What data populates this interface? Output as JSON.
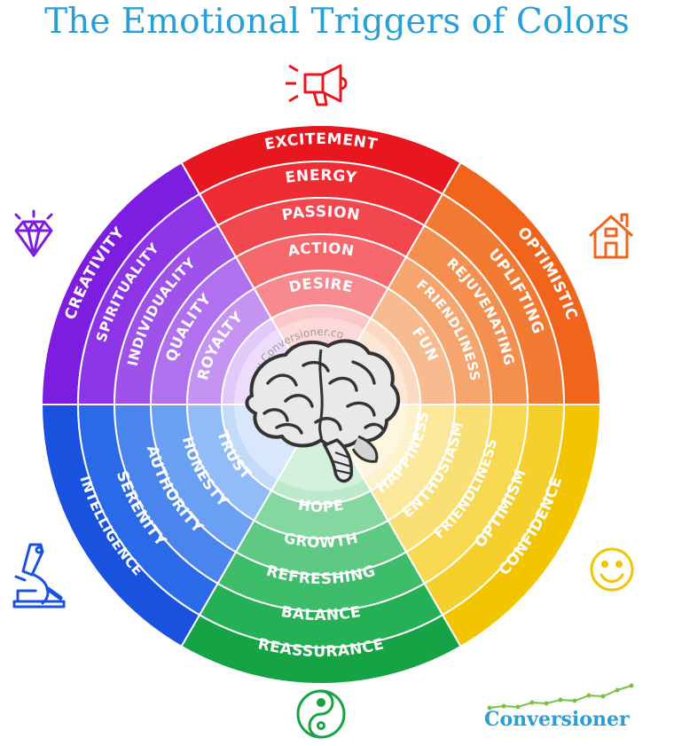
{
  "title": "The Emotional Triggers of Colors",
  "watermark": "by Conversioner.com",
  "brand": "Conversioner",
  "colors": {
    "title": "#2a9fd6",
    "brand_line": "#7ac143"
  },
  "sectors": [
    {
      "name": "red",
      "icon": "megaphone-icon",
      "shades": [
        "#e8161e",
        "#ef2b33",
        "#f2474e",
        "#f5686c",
        "#f78a8e",
        "#fbc7c9"
      ],
      "words": [
        "EXCITEMENT",
        "ENERGY",
        "PASSION",
        "ACTION",
        "DESIRE"
      ]
    },
    {
      "name": "orange",
      "icon": "house-icon",
      "shades": [
        "#f0641b",
        "#f27a33",
        "#f48f4f",
        "#f6a56e",
        "#f8bb90",
        "#fbd9c2"
      ],
      "words": [
        "OPTIMISTIC",
        "UPLIFTING",
        "REJUVENATING",
        "FRIENDLINESS",
        "FUN"
      ]
    },
    {
      "name": "yellow",
      "icon": "smiley-icon",
      "shades": [
        "#f3c500",
        "#f5cf2c",
        "#f7d850",
        "#f9e075",
        "#fbe89b",
        "#fdf2cc"
      ],
      "words": [
        "CONFIDENCE",
        "OPTIMISM",
        "FRIENDLINESS",
        "ENTHUSIASM",
        "HAPPINESS"
      ]
    },
    {
      "name": "green",
      "icon": "yin-yang-icon",
      "shades": [
        "#16a346",
        "#25b055",
        "#3dbc69",
        "#5dc982",
        "#85d7a0",
        "#bce9c9"
      ],
      "words": [
        "REASSURANCE",
        "BALANCE",
        "REFRESHING",
        "GROWTH",
        "HOPE"
      ]
    },
    {
      "name": "blue",
      "icon": "microscope-icon",
      "shades": [
        "#1a52e0",
        "#2a6ae8",
        "#4a85ee",
        "#6aa0f3",
        "#91bcf7",
        "#c4daf9"
      ],
      "words": [
        "INTELLIGENCE",
        "SERENITY",
        "AUTHORITY",
        "HONESTY",
        "TRUST"
      ]
    },
    {
      "name": "purple",
      "icon": "diamond-icon",
      "shades": [
        "#7c1de0",
        "#8d35e6",
        "#9f52ea",
        "#b171ef",
        "#c594f3",
        "#e3c9f9"
      ],
      "words": [
        "CREATIVITY",
        "SPIRITUALITY",
        "INDIVIDUALITY",
        "QUALITY",
        "ROYALTY"
      ]
    }
  ]
}
